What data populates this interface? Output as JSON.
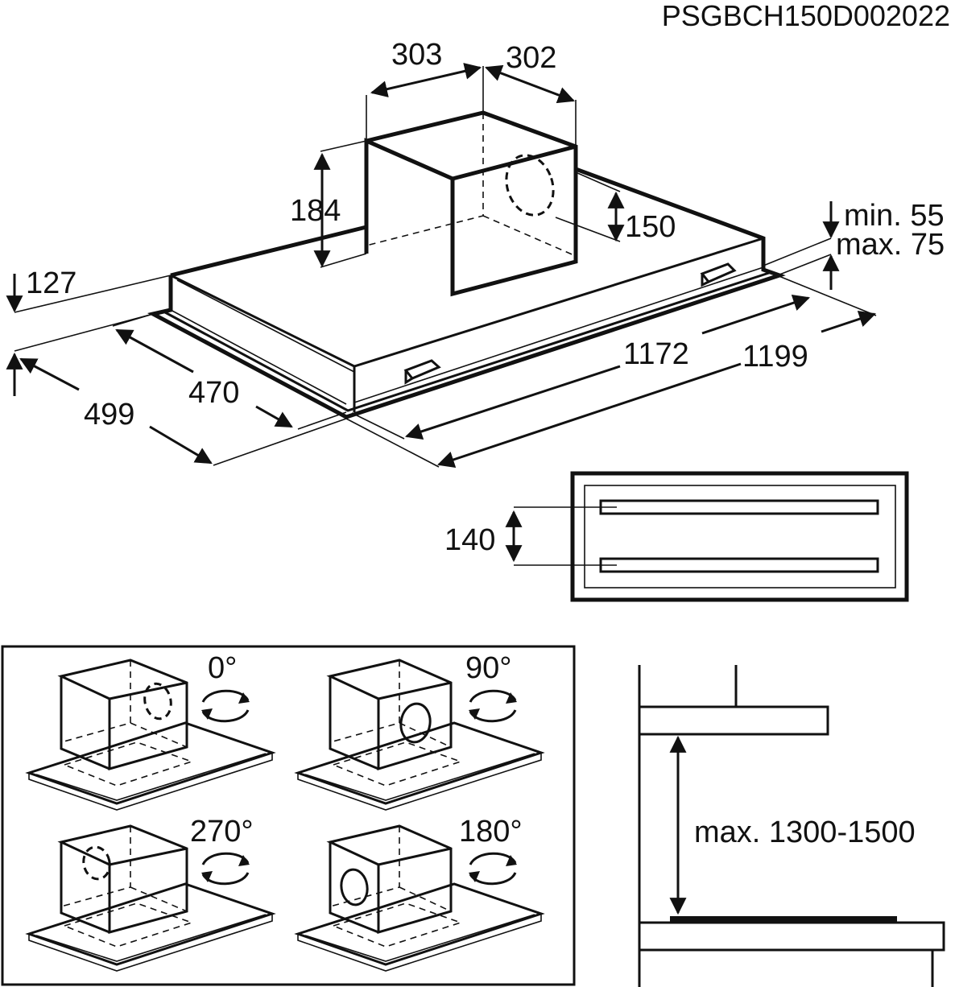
{
  "code": "PSGBCH150D002022",
  "dimensions": {
    "spigot_width": "303",
    "spigot_depth": "302",
    "spigot_height": "184",
    "outlet_height": "150",
    "frame_height": "127",
    "depth_inner": "470",
    "depth_outer": "499",
    "width_inner": "1172",
    "width_outer": "1199",
    "flange_min": "min. 55",
    "flange_max": "max. 75",
    "slot_spacing": "140",
    "mounting_height": "max. 1300-1500"
  },
  "rotations": [
    "0°",
    "90°",
    "270°",
    "180°"
  ]
}
